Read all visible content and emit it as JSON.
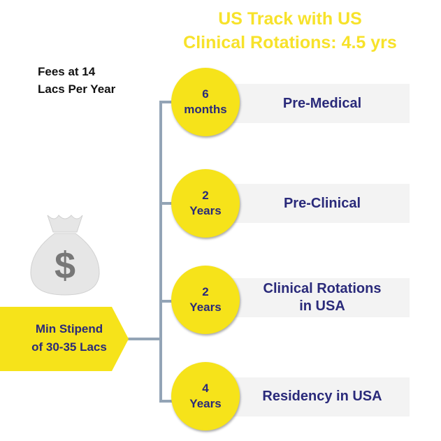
{
  "title_lines": [
    "US Track with US",
    "Clinical Rotations: 4.5 yrs"
  ],
  "fees_lines": [
    "Fees at 14",
    "Lacs Per Year"
  ],
  "stages": [
    {
      "duration_line1": "6",
      "duration_line2": "months",
      "label_line1": "Pre-Medical",
      "label_line2": ""
    },
    {
      "duration_line1": "2",
      "duration_line2": "Years",
      "label_line1": "Pre-Clinical",
      "label_line2": ""
    },
    {
      "duration_line1": "2",
      "duration_line2": "Years",
      "label_line1": "Clinical Rotations",
      "label_line2": "in USA"
    },
    {
      "duration_line1": "4",
      "duration_line2": "Years",
      "label_line1": "Residency in USA",
      "label_line2": ""
    }
  ],
  "stipend_lines": [
    "Min Stipend",
    "of 30-35 Lacs"
  ],
  "bag_symbol": "$",
  "colors": {
    "title_yellow": "#f7e22a",
    "circle_yellow": "#f6e31a",
    "label_navy": "#2a2a7a",
    "connector_gray": "#93a4b6",
    "box_gray": "#f3f3f3",
    "bag_gray": "#e6e6e6",
    "symbol_gray": "#777777"
  },
  "icons": [
    "money-bag-icon",
    "dollar-sign-icon"
  ]
}
